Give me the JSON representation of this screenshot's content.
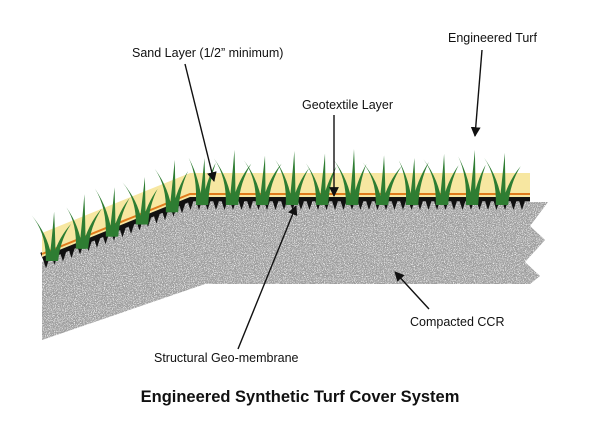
{
  "title": "Engineered Synthetic Turf Cover System",
  "labels": {
    "sand_layer": "Sand Layer (1/2” minimum)",
    "geotextile": "Geotextile Layer",
    "engineered_turf": "Engineered Turf",
    "compacted_ccr": "Compacted CCR",
    "geomembrane": "Structural Geo-membrane"
  },
  "colors": {
    "turf_green": "#2e7d32",
    "sand": "#f7e7a1",
    "geotextile": "#e07b1c",
    "geomembrane": "#111111",
    "ccr": "#9e9e9e"
  }
}
